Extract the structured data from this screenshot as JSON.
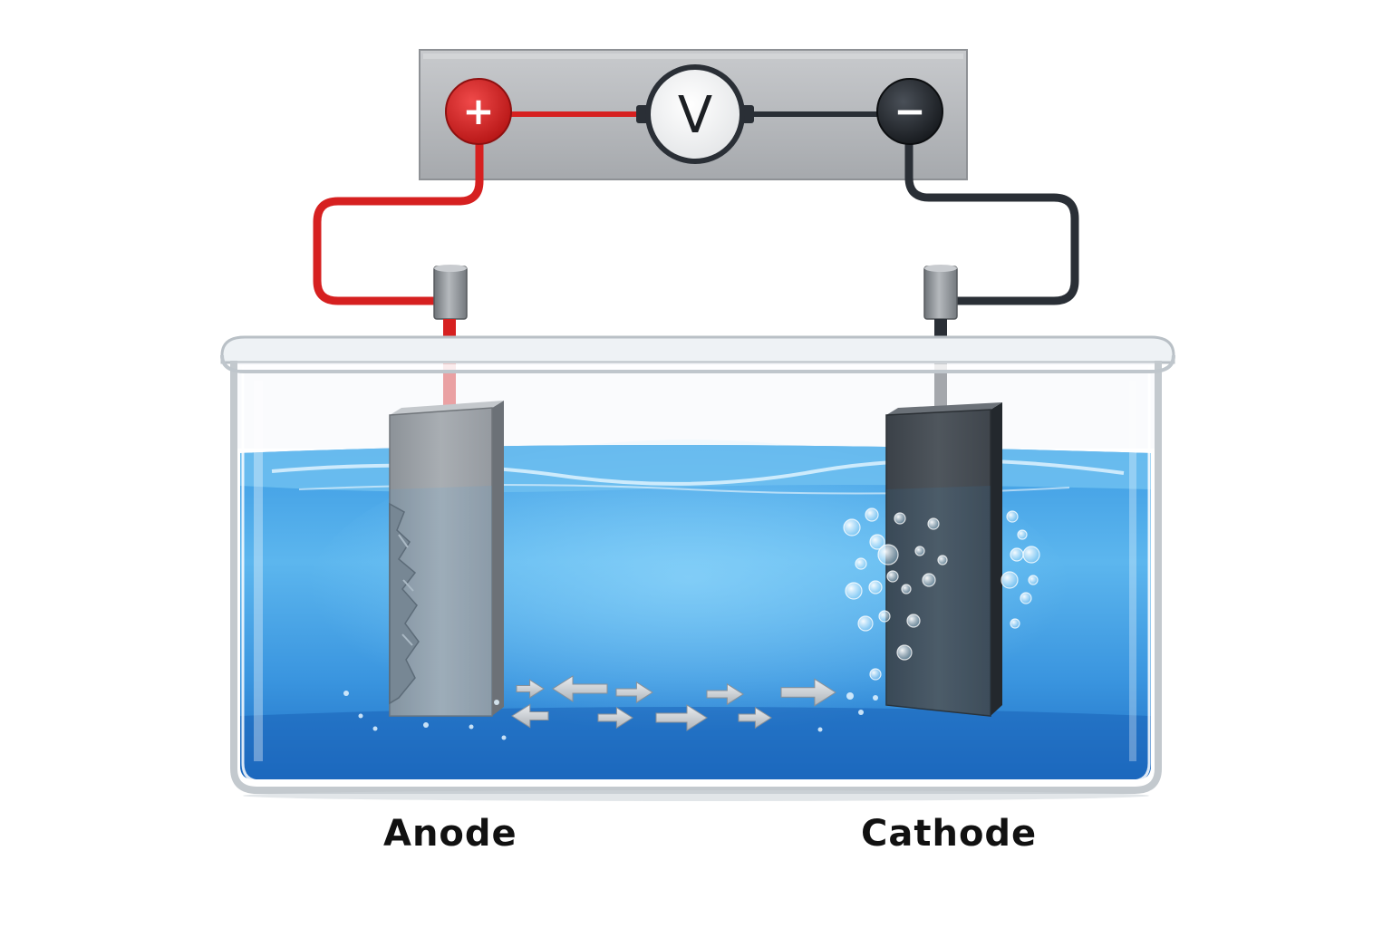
{
  "labels": {
    "anode": "Anode",
    "cathode": "Cathode"
  },
  "meter": {
    "symbol": "V",
    "positive_symbol": "+",
    "negative_symbol": "−"
  },
  "colors": {
    "positive_wire": "#d62020",
    "negative_wire": "#2a2f36",
    "electrolyte": "#2f8fd8",
    "panel": "#b7b9bc",
    "anode_plate": "#9aa0a6",
    "cathode_plate": "#454b52"
  },
  "icons": {
    "positive_terminal": "plus-terminal-icon",
    "negative_terminal": "minus-terminal-icon",
    "voltmeter": "voltmeter-icon",
    "ion_flow": "arrow-right-icon",
    "gas": "bubble-icon"
  }
}
